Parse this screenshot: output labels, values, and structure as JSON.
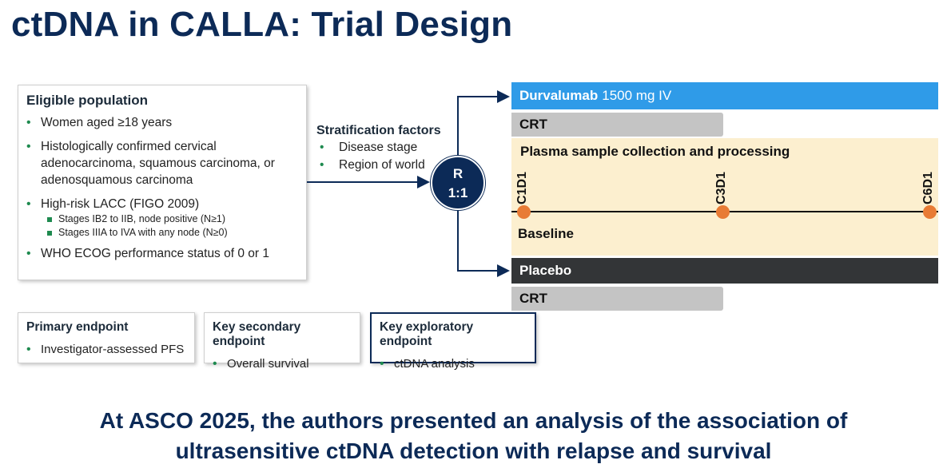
{
  "title": "ctDNA in CALLA: Trial Design",
  "eligible": {
    "heading": "Eligible population",
    "items": [
      "Women aged ≥18 years",
      "Histologically confirmed cervical adenocarcinoma, squamous carcinoma, or adenosquamous carcinoma",
      "High-risk LACC (FIGO 2009)",
      "WHO ECOG performance status of 0 or 1"
    ],
    "subitems": [
      "Stages IB2 to IIB, node positive (N≥1)",
      "Stages IIIA to IVA with any node (N≥0)"
    ]
  },
  "stratification": {
    "heading": "Stratification factors",
    "items": [
      "Disease stage",
      "Region of world"
    ]
  },
  "randomization": {
    "label": "R",
    "ratio": "1:1"
  },
  "arms": {
    "durvalumab": {
      "bold": "Durvalumab",
      "normal": "1500 mg IV",
      "color": "#2f9be8"
    },
    "placebo": {
      "label": "Placebo",
      "color": "#333537"
    },
    "crt_top": "CRT",
    "crt_bottom": "CRT",
    "crt_color": "#c4c4c4"
  },
  "plasma": {
    "heading": "Plasma sample collection and processing",
    "timepoints": [
      "C1D1",
      "C3D1",
      "C6D1"
    ],
    "baseline": "Baseline",
    "bg_color": "#fcefcf",
    "dot_color": "#e87b35"
  },
  "endpoints": {
    "primary": {
      "heading": "Primary endpoint",
      "item": "Investigator-assessed PFS"
    },
    "secondary": {
      "heading": "Key secondary endpoint",
      "item": "Overall survival"
    },
    "exploratory": {
      "heading": "Key exploratory endpoint",
      "item": "ctDNA analysis"
    }
  },
  "conclusion": {
    "line1": "At ASCO 2025, the authors presented an analysis of the association of",
    "line2": "ultrasensitive ctDNA detection with relapse and survival"
  }
}
